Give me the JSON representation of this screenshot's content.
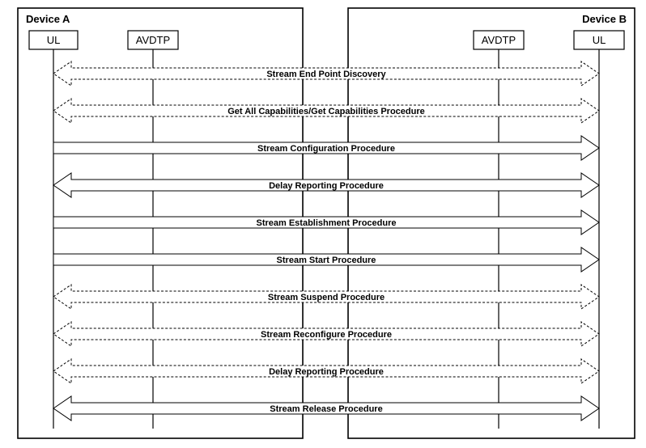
{
  "devices": {
    "a": {
      "title": "Device A",
      "ul_label": "UL",
      "avdtp_label": "AVDTP"
    },
    "b": {
      "title": "Device B",
      "ul_label": "UL",
      "avdtp_label": "AVDTP"
    }
  },
  "procedures": [
    {
      "label": "Stream End Point Discovery",
      "direction": "both",
      "style": "dashed"
    },
    {
      "label": "Get All Capabilities/Get Capabilities Procedure",
      "direction": "both",
      "style": "dashed"
    },
    {
      "label": "Stream Configuration Procedure",
      "direction": "right",
      "style": "solid"
    },
    {
      "label": "Delay Reporting Procedure",
      "direction": "both",
      "style": "solid"
    },
    {
      "label": "Stream Establishment Procedure",
      "direction": "right",
      "style": "solid"
    },
    {
      "label": "Stream Start Procedure",
      "direction": "right",
      "style": "solid"
    },
    {
      "label": "Stream Suspend Procedure",
      "direction": "both",
      "style": "dashed"
    },
    {
      "label": "Stream Reconfigure Procedure",
      "direction": "both",
      "style": "dashed"
    },
    {
      "label": "Delay Reporting Procedure",
      "direction": "both",
      "style": "dashed"
    },
    {
      "label": "Stream Release Procedure",
      "direction": "both",
      "style": "solid"
    }
  ]
}
